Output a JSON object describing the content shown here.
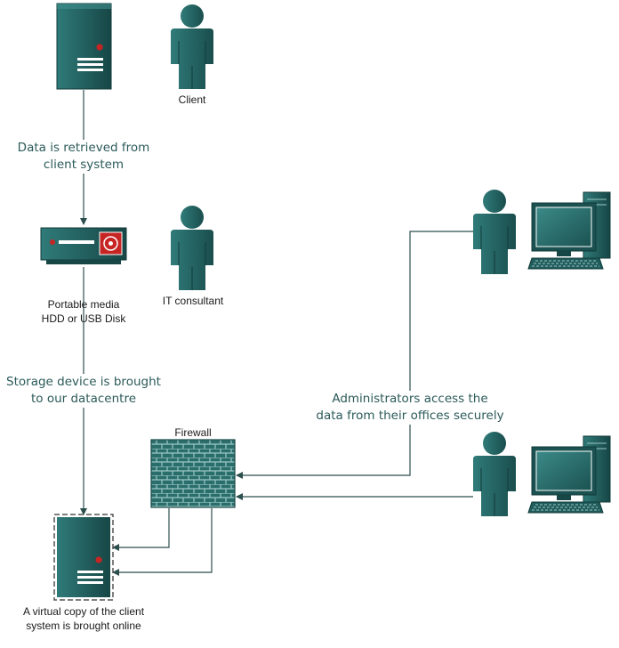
{
  "colors": {
    "teal": "#1f5c5b",
    "teal_light": "#2f7b79",
    "teal_dark": "#174646",
    "connector": "#2c4f4e",
    "accent_red": "#c72424"
  },
  "nodes": {
    "client_server": {
      "icon": "server-icon"
    },
    "client_person": {
      "icon": "person-icon",
      "label": "Client"
    },
    "portable_media": {
      "icon": "portable-drive-icon",
      "label_lines": [
        "Portable media",
        "HDD or USB Disk"
      ]
    },
    "it_consultant": {
      "icon": "person-icon",
      "label": "IT consultant"
    },
    "firewall": {
      "icon": "firewall-icon",
      "label": "Firewall"
    },
    "virtual_server": {
      "icon": "virtual-server-icon",
      "label_lines": [
        "A virtual copy of the client",
        "system is brought online"
      ]
    },
    "admin_person_1": {
      "icon": "person-icon"
    },
    "admin_computer_1": {
      "icon": "desktop-computer-icon"
    },
    "admin_person_2": {
      "icon": "person-icon"
    },
    "admin_computer_2": {
      "icon": "desktop-computer-icon"
    }
  },
  "edges": [
    {
      "from": "client_server",
      "to": "portable_media",
      "label_lines": [
        "Data is retrieved from",
        "client system"
      ]
    },
    {
      "from": "portable_media",
      "to": "virtual_server",
      "label_lines": [
        "Storage device is brought",
        "to our datacentre"
      ]
    },
    {
      "from": "admin_person_1",
      "to": "firewall",
      "label_lines": [
        "Administrators access the",
        "data from their offices securely"
      ]
    },
    {
      "from": "admin_person_2",
      "to": "firewall"
    },
    {
      "from": "firewall",
      "to": "virtual_server"
    },
    {
      "from": "firewall",
      "to": "virtual_server"
    }
  ]
}
